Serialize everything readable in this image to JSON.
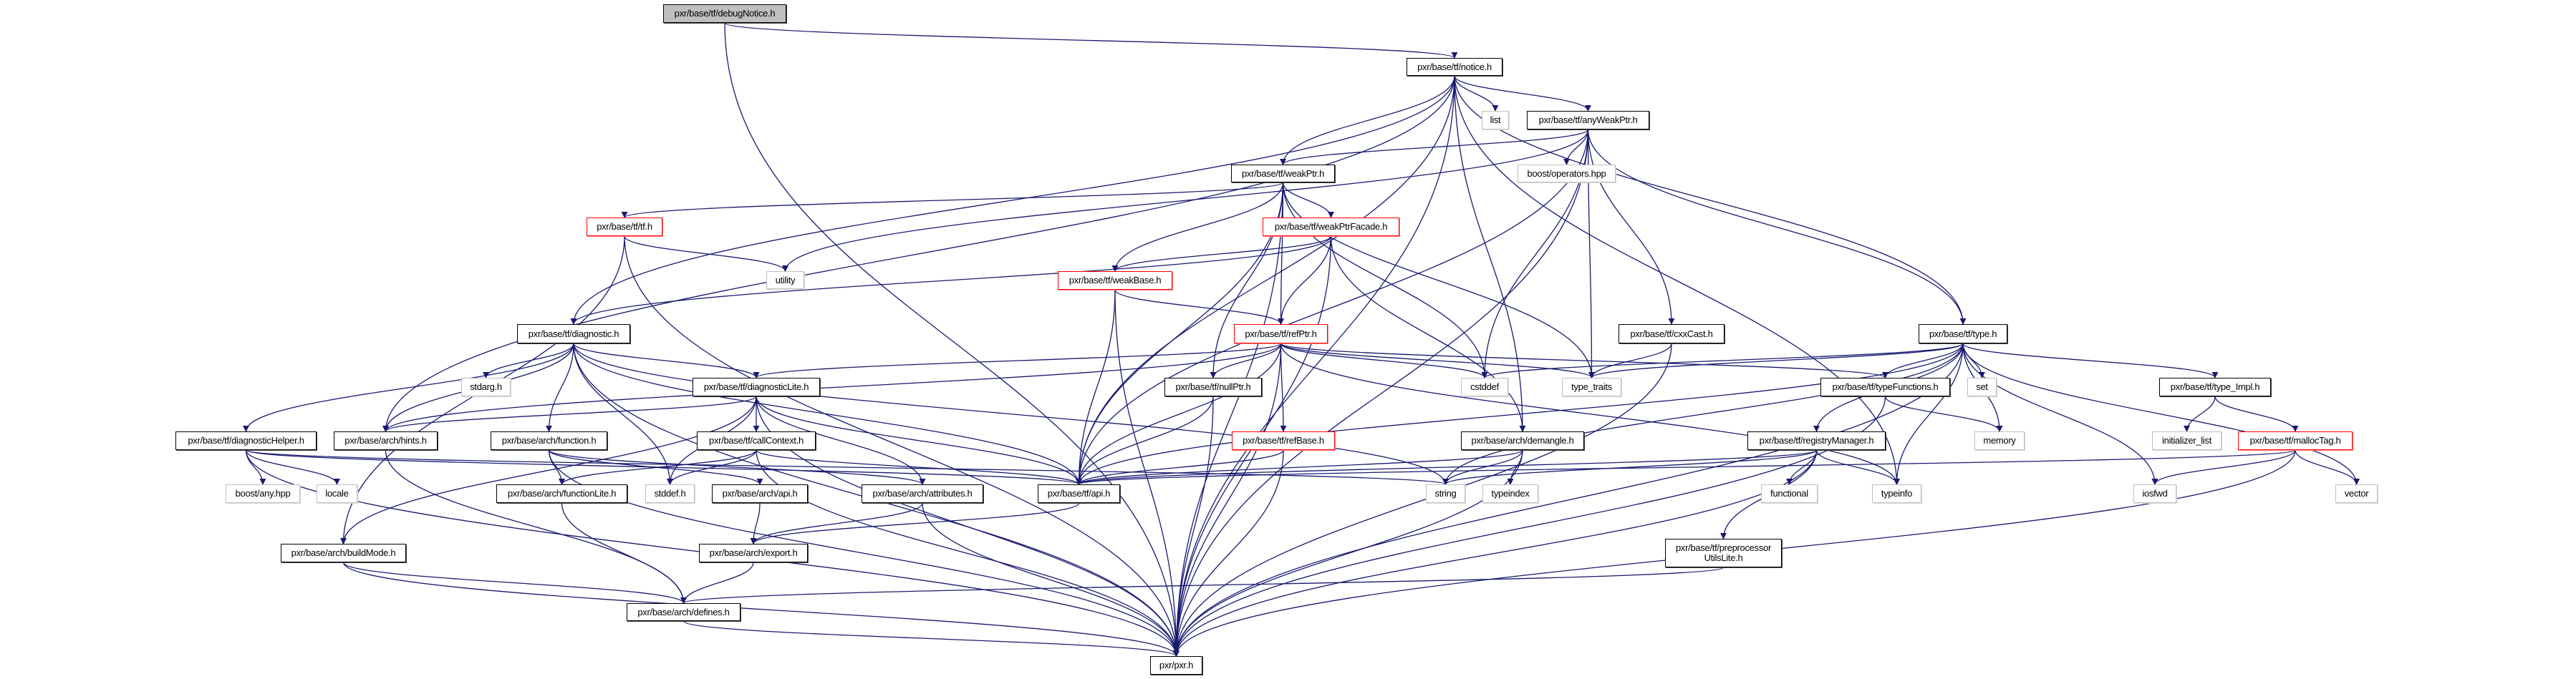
{
  "colors": {
    "edge": "#191970",
    "root_fill": "#bfbfbf",
    "external_border": "#bfbfbf",
    "truncated_border": "#ff0000"
  },
  "nodes": [
    {
      "id": "debugNotice",
      "label": "pxr/base/tf/debugNotice.h",
      "kind": "root"
    },
    {
      "id": "notice",
      "label": "pxr/base/tf/notice.h",
      "kind": "internal"
    },
    {
      "id": "list",
      "label": "list",
      "kind": "external"
    },
    {
      "id": "anyWeakPtr",
      "label": "pxr/base/tf/anyWeakPtr.h",
      "kind": "internal"
    },
    {
      "id": "weakPtr",
      "label": "pxr/base/tf/weakPtr.h",
      "kind": "internal"
    },
    {
      "id": "boostOperators",
      "label": "boost/operators.hpp",
      "kind": "external"
    },
    {
      "id": "tf",
      "label": "pxr/base/tf/tf.h",
      "kind": "truncated"
    },
    {
      "id": "weakPtrFacade",
      "label": "pxr/base/tf/weakPtrFacade.h",
      "kind": "truncated"
    },
    {
      "id": "utility",
      "label": "utility",
      "kind": "external"
    },
    {
      "id": "weakBase",
      "label": "pxr/base/tf/weakBase.h",
      "kind": "truncated"
    },
    {
      "id": "diagnostic",
      "label": "pxr/base/tf/diagnostic.h",
      "kind": "internal"
    },
    {
      "id": "refPtr",
      "label": "pxr/base/tf/refPtr.h",
      "kind": "truncated"
    },
    {
      "id": "cxxCast",
      "label": "pxr/base/tf/cxxCast.h",
      "kind": "internal"
    },
    {
      "id": "type",
      "label": "pxr/base/tf/type.h",
      "kind": "internal"
    },
    {
      "id": "stdarg",
      "label": "stdarg.h",
      "kind": "external"
    },
    {
      "id": "diagnosticLite",
      "label": "pxr/base/tf/diagnosticLite.h",
      "kind": "internal"
    },
    {
      "id": "nullPtr",
      "label": "pxr/base/tf/nullPtr.h",
      "kind": "internal"
    },
    {
      "id": "cstddef",
      "label": "cstddef",
      "kind": "external"
    },
    {
      "id": "typeTraits",
      "label": "type_traits",
      "kind": "external"
    },
    {
      "id": "typeFunctions",
      "label": "pxr/base/tf/typeFunctions.h",
      "kind": "internal"
    },
    {
      "id": "set",
      "label": "set",
      "kind": "external"
    },
    {
      "id": "typeImpl",
      "label": "pxr/base/tf/type_Impl.h",
      "kind": "internal"
    },
    {
      "id": "diagnosticHelper",
      "label": "pxr/base/tf/diagnosticHelper.h",
      "kind": "internal"
    },
    {
      "id": "hints",
      "label": "pxr/base/arch/hints.h",
      "kind": "internal"
    },
    {
      "id": "function",
      "label": "pxr/base/arch/function.h",
      "kind": "internal"
    },
    {
      "id": "callContext",
      "label": "pxr/base/tf/callContext.h",
      "kind": "internal"
    },
    {
      "id": "refBase",
      "label": "pxr/base/tf/refBase.h",
      "kind": "truncated"
    },
    {
      "id": "demangle",
      "label": "pxr/base/arch/demangle.h",
      "kind": "internal"
    },
    {
      "id": "registryManager",
      "label": "pxr/base/tf/registryManager.h",
      "kind": "internal"
    },
    {
      "id": "memory",
      "label": "memory",
      "kind": "external"
    },
    {
      "id": "initializerList",
      "label": "initializer_list",
      "kind": "external"
    },
    {
      "id": "mallocTag",
      "label": "pxr/base/tf/mallocTag.h",
      "kind": "truncated"
    },
    {
      "id": "boostAny",
      "label": "boost/any.hpp",
      "kind": "external"
    },
    {
      "id": "locale",
      "label": "locale",
      "kind": "external"
    },
    {
      "id": "functionLite",
      "label": "pxr/base/arch/functionLite.h",
      "kind": "internal"
    },
    {
      "id": "stddef",
      "label": "stddef.h",
      "kind": "external"
    },
    {
      "id": "archApi",
      "label": "pxr/base/arch/api.h",
      "kind": "internal"
    },
    {
      "id": "attributes",
      "label": "pxr/base/arch/attributes.h",
      "kind": "internal"
    },
    {
      "id": "tfApi",
      "label": "pxr/base/tf/api.h",
      "kind": "internal"
    },
    {
      "id": "string",
      "label": "string",
      "kind": "external"
    },
    {
      "id": "typeindex",
      "label": "typeindex",
      "kind": "external"
    },
    {
      "id": "functional",
      "label": "functional",
      "kind": "external"
    },
    {
      "id": "typeinfo",
      "label": "typeinfo",
      "kind": "external"
    },
    {
      "id": "iosfwd",
      "label": "iosfwd",
      "kind": "external"
    },
    {
      "id": "vector",
      "label": "vector",
      "kind": "external"
    },
    {
      "id": "buildMode",
      "label": "pxr/base/arch/buildMode.h",
      "kind": "internal"
    },
    {
      "id": "export",
      "label": "pxr/base/arch/export.h",
      "kind": "internal"
    },
    {
      "id": "preprocessorUtilsLite",
      "label": "pxr/base/tf/preprocessor\nUtilsLite.h",
      "kind": "internal"
    },
    {
      "id": "defines",
      "label": "pxr/base/arch/defines.h",
      "kind": "internal"
    },
    {
      "id": "pxr",
      "label": "pxr/pxr.h",
      "kind": "internal"
    }
  ],
  "edges": [
    [
      "debugNotice",
      "notice"
    ],
    [
      "debugNotice",
      "pxr"
    ],
    [
      "notice",
      "anyWeakPtr"
    ],
    [
      "notice",
      "list"
    ],
    [
      "notice",
      "weakPtr"
    ],
    [
      "notice",
      "diagnostic"
    ],
    [
      "notice",
      "hints"
    ],
    [
      "notice",
      "tfApi"
    ],
    [
      "notice",
      "demangle"
    ],
    [
      "notice",
      "type"
    ],
    [
      "notice",
      "typeinfo"
    ],
    [
      "notice",
      "pxr"
    ],
    [
      "anyWeakPtr",
      "weakPtr"
    ],
    [
      "anyWeakPtr",
      "boostOperators"
    ],
    [
      "anyWeakPtr",
      "cstddef"
    ],
    [
      "anyWeakPtr",
      "typeTraits"
    ],
    [
      "anyWeakPtr",
      "utility"
    ],
    [
      "anyWeakPtr",
      "tfApi"
    ],
    [
      "anyWeakPtr",
      "cxxCast"
    ],
    [
      "anyWeakPtr",
      "type"
    ],
    [
      "anyWeakPtr",
      "pxr"
    ],
    [
      "weakPtr",
      "tf"
    ],
    [
      "weakPtr",
      "weakPtrFacade"
    ],
    [
      "weakPtr",
      "weakBase"
    ],
    [
      "weakPtr",
      "refPtr"
    ],
    [
      "weakPtr",
      "nullPtr"
    ],
    [
      "weakPtr",
      "cstddef"
    ],
    [
      "weakPtr",
      "typeTraits"
    ],
    [
      "weakPtr",
      "tfApi"
    ],
    [
      "weakPtr",
      "pxr"
    ],
    [
      "tf",
      "utility"
    ],
    [
      "tf",
      "buildMode"
    ],
    [
      "tf",
      "pxr"
    ],
    [
      "weakPtrFacade",
      "weakBase"
    ],
    [
      "weakPtrFacade",
      "refPtr"
    ],
    [
      "weakPtrFacade",
      "diagnostic"
    ],
    [
      "weakPtrFacade",
      "demangle"
    ],
    [
      "weakPtrFacade",
      "pxr"
    ],
    [
      "weakBase",
      "refPtr"
    ],
    [
      "weakBase",
      "tfApi"
    ],
    [
      "weakBase",
      "pxr"
    ],
    [
      "refPtr",
      "diagnosticLite"
    ],
    [
      "refPtr",
      "hints"
    ],
    [
      "refPtr",
      "nullPtr"
    ],
    [
      "refPtr",
      "refBase"
    ],
    [
      "refPtr",
      "cstddef"
    ],
    [
      "refPtr",
      "typeTraits"
    ],
    [
      "refPtr",
      "typeFunctions"
    ],
    [
      "refPtr",
      "typeinfo"
    ],
    [
      "refPtr",
      "tfApi"
    ],
    [
      "refPtr",
      "pxr"
    ],
    [
      "diagnostic",
      "stdarg"
    ],
    [
      "diagnostic",
      "diagnosticLite"
    ],
    [
      "diagnostic",
      "diagnosticHelper"
    ],
    [
      "diagnostic",
      "hints"
    ],
    [
      "diagnostic",
      "function"
    ],
    [
      "diagnostic",
      "stddef"
    ],
    [
      "diagnostic",
      "tfApi"
    ],
    [
      "diagnostic",
      "string"
    ],
    [
      "diagnostic",
      "pxr"
    ],
    [
      "diagnosticLite",
      "hints"
    ],
    [
      "diagnosticLite",
      "callContext"
    ],
    [
      "diagnosticLite",
      "stddef"
    ],
    [
      "diagnosticLite",
      "attributes"
    ],
    [
      "diagnosticLite",
      "tfApi"
    ],
    [
      "diagnosticLite",
      "buildMode"
    ],
    [
      "diagnosticLite",
      "pxr"
    ],
    [
      "diagnosticHelper",
      "boostAny"
    ],
    [
      "diagnosticHelper",
      "locale"
    ],
    [
      "diagnosticHelper",
      "tfApi"
    ],
    [
      "diagnosticHelper",
      "string"
    ],
    [
      "diagnosticHelper",
      "pxr"
    ],
    [
      "hints",
      "defines"
    ],
    [
      "function",
      "functionLite"
    ],
    [
      "function",
      "archApi"
    ],
    [
      "function",
      "attributes"
    ],
    [
      "function",
      "pxr"
    ],
    [
      "callContext",
      "functionLite"
    ],
    [
      "callContext",
      "stddef"
    ],
    [
      "callContext",
      "tfApi"
    ],
    [
      "callContext",
      "pxr"
    ],
    [
      "functionLite",
      "defines"
    ],
    [
      "archApi",
      "export"
    ],
    [
      "export",
      "defines"
    ],
    [
      "buildMode",
      "defines"
    ],
    [
      "buildMode",
      "pxr"
    ],
    [
      "defines",
      "pxr"
    ],
    [
      "attributes",
      "export"
    ],
    [
      "attributes",
      "pxr"
    ],
    [
      "tfApi",
      "export"
    ],
    [
      "nullPtr",
      "tfApi"
    ],
    [
      "nullPtr",
      "pxr"
    ],
    [
      "refBase",
      "tfApi"
    ],
    [
      "refBase",
      "pxr"
    ],
    [
      "demangle",
      "string"
    ],
    [
      "demangle",
      "typeindex"
    ],
    [
      "demangle",
      "tfApi"
    ],
    [
      "demangle",
      "pxr"
    ],
    [
      "cxxCast",
      "typeTraits"
    ],
    [
      "cxxCast",
      "pxr"
    ],
    [
      "type",
      "typeFunctions"
    ],
    [
      "type",
      "set"
    ],
    [
      "type",
      "memory"
    ],
    [
      "type",
      "typeImpl"
    ],
    [
      "type",
      "registryManager"
    ],
    [
      "type",
      "typeTraits"
    ],
    [
      "type",
      "cstddef"
    ],
    [
      "type",
      "iosfwd"
    ],
    [
      "type",
      "typeinfo"
    ],
    [
      "type",
      "vector"
    ],
    [
      "type",
      "string"
    ],
    [
      "type",
      "tfApi"
    ],
    [
      "type",
      "pxr"
    ],
    [
      "typeFunctions",
      "memory"
    ],
    [
      "typeFunctions",
      "pxr"
    ],
    [
      "typeImpl",
      "initializerList"
    ],
    [
      "typeImpl",
      "mallocTag"
    ],
    [
      "mallocTag",
      "iosfwd"
    ],
    [
      "mallocTag",
      "vector"
    ],
    [
      "mallocTag",
      "tfApi"
    ],
    [
      "mallocTag",
      "pxr"
    ],
    [
      "registryManager",
      "functional"
    ],
    [
      "registryManager",
      "typeinfo"
    ],
    [
      "registryManager",
      "preprocessorUtilsLite"
    ],
    [
      "registryManager",
      "tfApi"
    ],
    [
      "registryManager",
      "string"
    ],
    [
      "registryManager",
      "pxr"
    ],
    [
      "preprocessorUtilsLite",
      "defines"
    ]
  ]
}
